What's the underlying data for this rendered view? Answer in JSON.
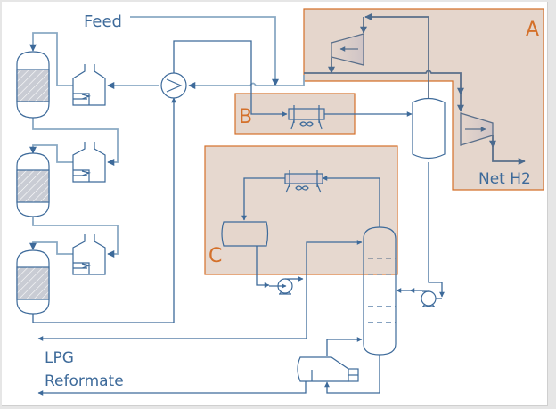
{
  "diagram": {
    "title": "Catalytic reforming process flow",
    "colors": {
      "line": "#3d6a9a",
      "line_light": "#8aa9c4",
      "zone_fill": "#e5d6cc",
      "zone_border": "#d4702a",
      "hatch": "#c9ccd4"
    },
    "stream_labels": {
      "feed": "Feed",
      "net_h2": "Net H2",
      "lpg": "LPG",
      "reformate": "Reformate"
    },
    "zones": [
      {
        "id": "A",
        "label": "A",
        "description": "Recycle / net hydrogen compressors"
      },
      {
        "id": "B",
        "label": "B",
        "description": "Reactor effluent air cooler"
      },
      {
        "id": "C",
        "label": "C",
        "description": "Stabilizer overhead system"
      }
    ],
    "equipment": [
      {
        "name": "reactor-1",
        "type": "reactor"
      },
      {
        "name": "reactor-2",
        "type": "reactor"
      },
      {
        "name": "reactor-3",
        "type": "reactor"
      },
      {
        "name": "heater-1",
        "type": "fired-heater"
      },
      {
        "name": "heater-2",
        "type": "fired-heater"
      },
      {
        "name": "heater-3",
        "type": "fired-heater"
      },
      {
        "name": "feed-effluent-exchanger",
        "type": "heat-exchanger"
      },
      {
        "name": "effluent-air-cooler",
        "type": "air-cooler"
      },
      {
        "name": "separator",
        "type": "vertical-vessel"
      },
      {
        "name": "recycle-compressor",
        "type": "compressor"
      },
      {
        "name": "net-gas-compressor",
        "type": "compressor"
      },
      {
        "name": "stabilizer-column",
        "type": "column"
      },
      {
        "name": "overhead-condenser",
        "type": "air-cooler"
      },
      {
        "name": "reflux-drum",
        "type": "horizontal-vessel"
      },
      {
        "name": "reflux-pump",
        "type": "pump"
      },
      {
        "name": "separator-liquid-pump",
        "type": "pump"
      },
      {
        "name": "reboiler",
        "type": "kettle-reboiler"
      }
    ]
  }
}
